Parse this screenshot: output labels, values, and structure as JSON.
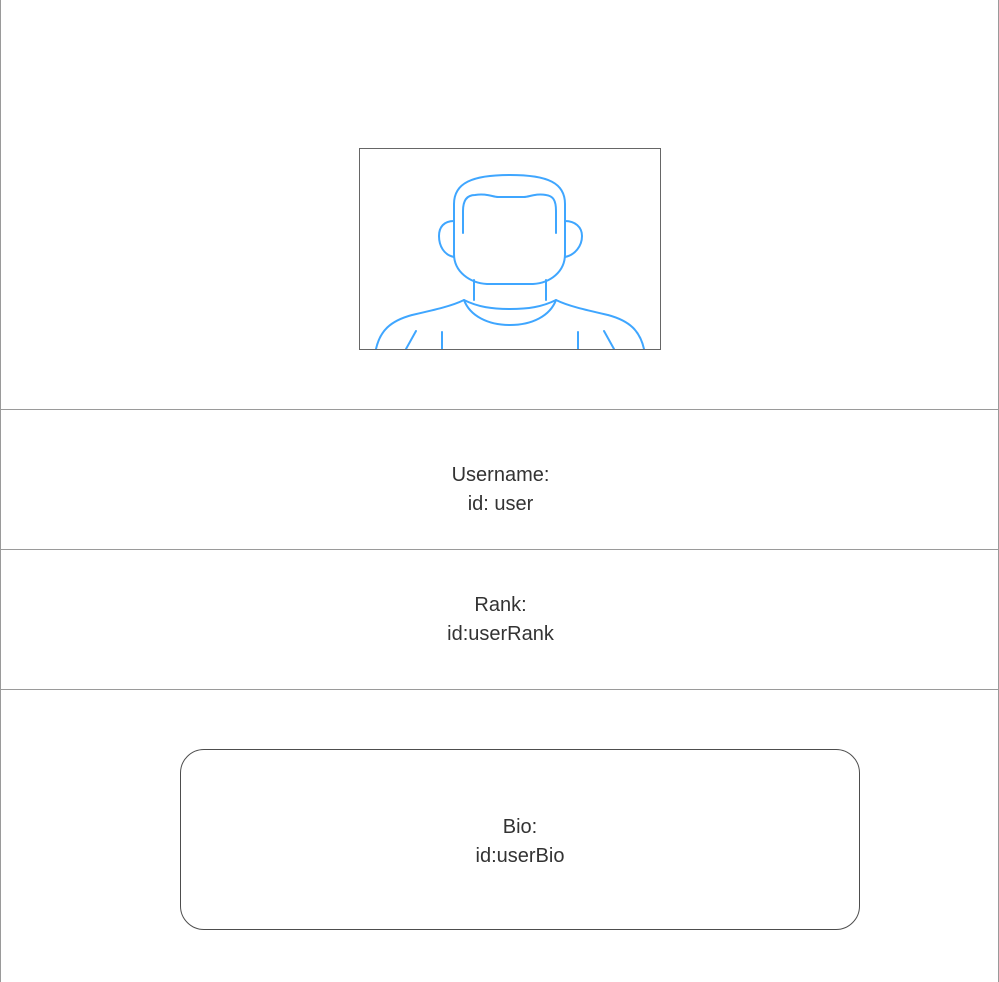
{
  "avatar": {
    "icon": "user-avatar-icon",
    "stroke_color": "#3fa6ff"
  },
  "username": {
    "label": "Username:",
    "id_text": "id: user"
  },
  "rank": {
    "label": "Rank:",
    "id_text": "id:userRank"
  },
  "bio": {
    "label": "Bio:",
    "id_text": "id:userBio"
  }
}
